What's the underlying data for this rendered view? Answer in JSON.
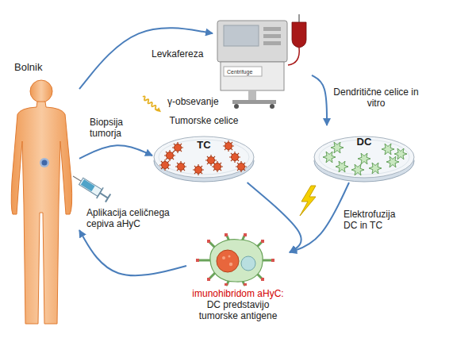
{
  "diagram": {
    "nodes": [
      {
        "text": [
          "Bolnik"
        ]
      },
      {
        "text": [
          "Centrifuge"
        ]
      },
      {
        "text": [
          "Tumorske celice",
          "TC"
        ]
      },
      {
        "text": [
          "DC"
        ]
      },
      {
        "text": [
          "imunohibridom aHyC:",
          "DC predstavijo tumorske antigene"
        ]
      }
    ],
    "edges": [
      {
        "from": 0,
        "to": 1,
        "arrow": "to",
        "label": "Levkafereza"
      },
      {
        "from": 1,
        "to": 3,
        "arrow": "to",
        "label": "Dendritične celice in vitro"
      },
      {
        "from": 0,
        "to": 2,
        "arrow": "to",
        "label": "Biopsija tumorja"
      },
      {
        "from": 2,
        "to": 4,
        "arrow": "to"
      },
      {
        "from": 3,
        "to": 4,
        "arrow": "to",
        "label": "Elektrofuzija DC in TC"
      },
      {
        "from": 4,
        "to": 0,
        "arrow": "to",
        "label": "Aplikacija celičnega cepiva aHyC"
      }
    ],
    "labels": [
      "γ-obsevanje"
    ]
  }
}
